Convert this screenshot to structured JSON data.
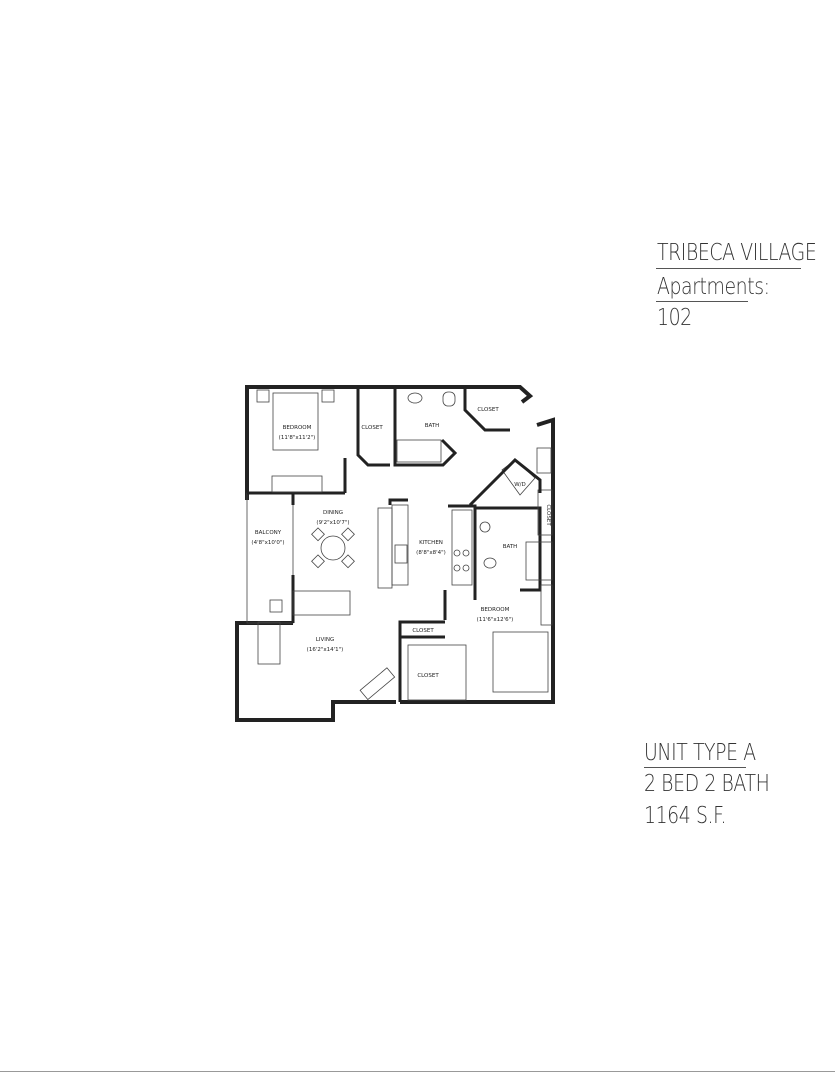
{
  "header": {
    "property": "TRIBECA VILLAGE",
    "category": "Apartments:",
    "unit_number": "102"
  },
  "unit": {
    "type": "UNIT TYPE A",
    "beds_baths": "2 BED 2 BATH",
    "area": "1164 S.F."
  },
  "rooms": {
    "bedroom1": {
      "name": "BEDROOM",
      "dims": "(11'8\"x11'2\")"
    },
    "closet1": {
      "name": "CLOSET"
    },
    "bath1": {
      "name": "BATH"
    },
    "closet2": {
      "name": "CLOSET"
    },
    "dining": {
      "name": "DINING",
      "dims": "(9'2\"x10'7\")"
    },
    "balcony": {
      "name": "BALCONY",
      "dims": "(4'8\"x10'0\")"
    },
    "kitchen": {
      "name": "KITCHEN",
      "dims": "(8'8\"x8'4\")"
    },
    "bath2": {
      "name": "BATH"
    },
    "closet3": {
      "name": "CLOSET"
    },
    "wd": {
      "name": "W/D"
    },
    "bedroom2": {
      "name": "BEDROOM",
      "dims": "(11'6\"x12'6\")"
    },
    "closet4": {
      "name": "CLOSET"
    },
    "closet5": {
      "name": "CLOSET"
    },
    "living": {
      "name": "LIVING",
      "dims": "(16'2\"x14'1\")"
    }
  }
}
